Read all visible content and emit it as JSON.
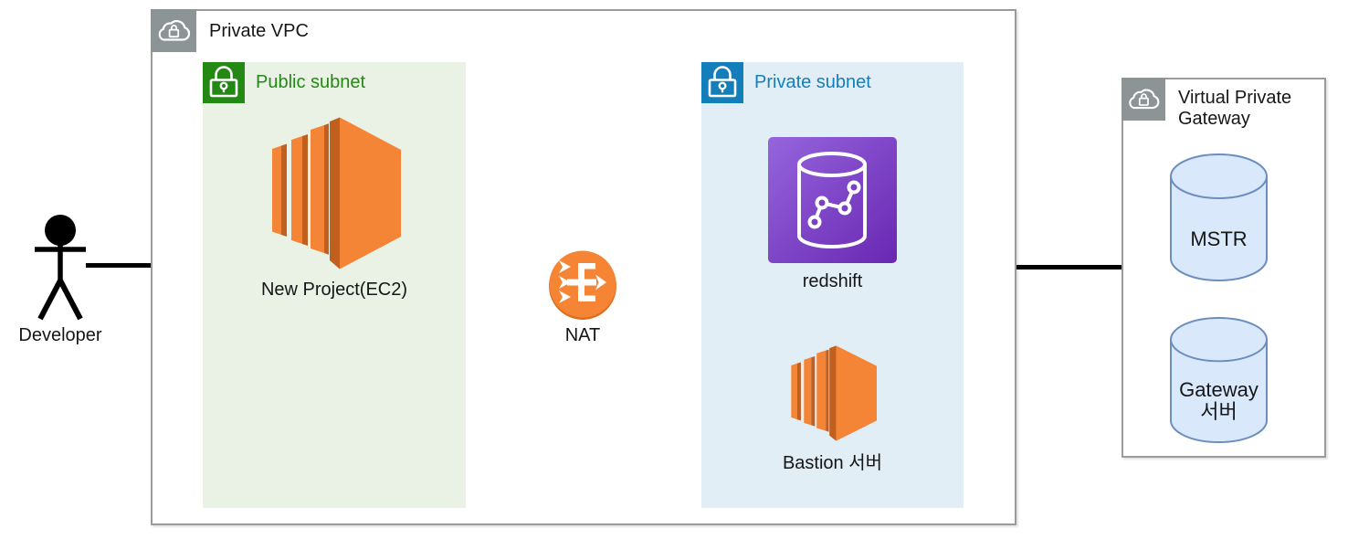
{
  "developer": {
    "label": "Developer"
  },
  "vpc": {
    "title": "Private VPC",
    "public_subnet": {
      "title": "Public subnet",
      "ec2_label": "New Project(EC2)"
    },
    "nat": {
      "label": "NAT"
    },
    "private_subnet": {
      "title": "Private subnet",
      "redshift_label": "redshift",
      "bastion_label": "Bastion 서버"
    }
  },
  "vpg": {
    "title": "Virtual Private Gateway",
    "mstr_label": "MSTR",
    "gateway_label": [
      "Gateway",
      "서버"
    ]
  },
  "colors": {
    "public_subnet_green": "#248814",
    "public_subnet_bg": "#E9F2E5",
    "private_subnet_blue": "#147EBA",
    "private_subnet_bg": "#E2EEF6",
    "aws_orange": "#F58534",
    "nat_rim": "#DD6E1E",
    "ec2_orange": "#F58536",
    "ec2_orange_dark": "#C05F1E",
    "redshift_purple_start": "#9565DD",
    "redshift_purple_end": "#6927B2",
    "container_icon_gray": "#8C9496",
    "db_cylinder_fill": "#DAE8FC",
    "db_cylinder_stroke": "#6C8EBF",
    "connector_black": "#000000",
    "border_gray": "#9B9B9B"
  }
}
